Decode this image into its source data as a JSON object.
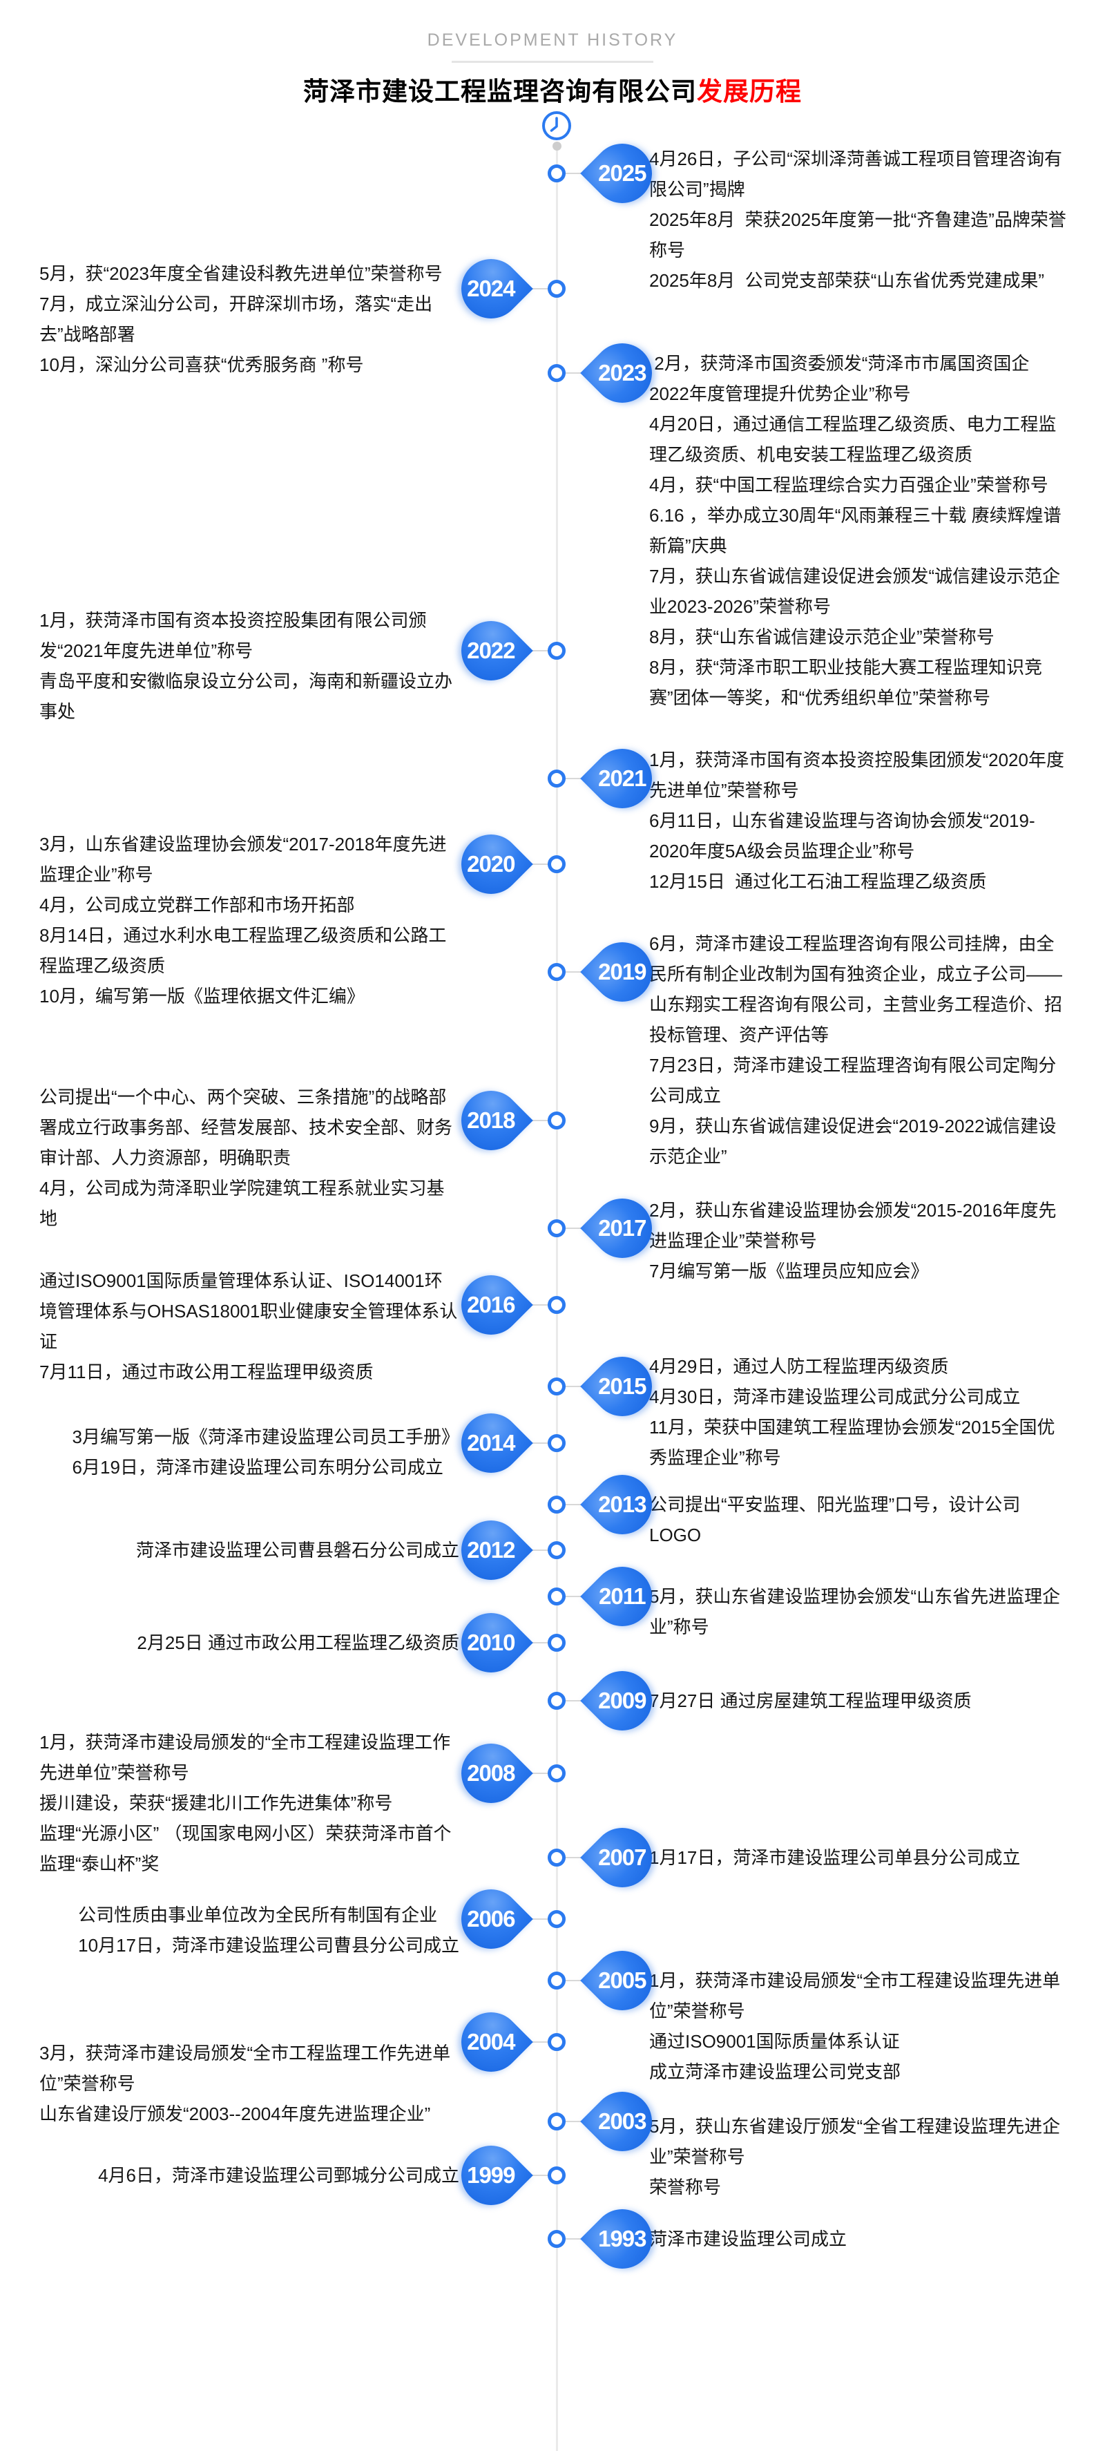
{
  "header": {
    "eyebrow": "DEVELOPMENT HISTORY",
    "title": "菏泽市建设工程监理咨询有限公司",
    "title_highlight": "发展历程"
  },
  "colors": {
    "accent_blue": "#2b7af0",
    "bubble_gradient_start": "#68a3f7",
    "bubble_gradient_end": "#1563e0",
    "highlight_red": "#fe0000",
    "line_gray": "#eaeaea"
  },
  "icons": {
    "top_of_timeline": "clock-icon"
  },
  "timeline": [
    {
      "year": "2025",
      "side": "right",
      "entries": [
        "4月26日，子公司“深圳泽菏善诚工程项目管理咨询有限公司”揭牌",
        "2025年8月  荣获2025年度第一批“齐鲁建造”品牌荣誉称号",
        "2025年8月  公司党支部荣获“山东省优秀党建成果”"
      ]
    },
    {
      "year": "2024",
      "side": "left",
      "entries": [
        "5月，获“2023年度全省建设科教先进单位”荣誉称号",
        "7月，成立深汕分公司，开辟深圳市场，落实“走出去”战略部署",
        "10月，深汕分公司喜获“优秀服务商 ”称号"
      ]
    },
    {
      "year": "2023",
      "side": "right",
      "entries": [
        " 2月，获菏泽市国资委颁发“菏泽市市属国资国企2022年度管理提升优势企业”称号",
        "4月20日，通过通信工程监理乙级资质、电力工程监理乙级资质、机电安装工程监理乙级资质",
        "4月，获“中国工程监理综合实力百强企业”荣誉称号",
        "6.16 ，举办成立30周年“风雨兼程三十载 赓续辉煌谱新篇”庆典",
        "7月，获山东省诚信建设促进会颁发“诚信建设示范企业2023-2026”荣誉称号",
        "8月，获“山东省诚信建设示范企业”荣誉称号",
        "8月，获“菏泽市职工职业技能大赛工程监理知识竞赛”团体一等奖，和“优秀组织单位”荣誉称号"
      ]
    },
    {
      "year": "2022",
      "side": "left",
      "entries": [
        "1月，获菏泽市国有资本投资控股集团有限公司颁发“2021年度先进单位”称号",
        "青岛平度和安徽临泉设立分公司，海南和新疆设立办事处"
      ]
    },
    {
      "year": "2021",
      "side": "right",
      "entries": [
        "1月，获菏泽市国有资本投资控股集团颁发“2020年度先进单位”荣誉称号",
        "6月11日，山东省建设监理与咨询协会颁发“2019-2020年度5A级会员监理企业”称号",
        "12月15日  通过化工石油工程监理乙级资质"
      ]
    },
    {
      "year": "2020",
      "side": "left",
      "entries": [
        "3月，山东省建设监理协会颁发“2017-2018年度先进监理企业”称号",
        "4月，公司成立党群工作部和市场开拓部",
        "8月14日，通过水利水电工程监理乙级资质和公路工程监理乙级资质",
        "10月，编写第一版《监理依据文件汇编》"
      ]
    },
    {
      "year": "2019",
      "side": "right",
      "entries": [
        "6月，菏泽市建设工程监理咨询有限公司挂牌，由全民所有制企业改制为国有独资企业，成立子公司——山东翔实工程咨询有限公司，主营业务工程造价、招投标管理、资产评估等",
        "7月23日，菏泽市建设工程监理咨询有限公司定陶分公司成立",
        "9月，获山东省诚信建设促进会“2019-2022诚信建设示范企业”"
      ]
    },
    {
      "year": "2018",
      "side": "left",
      "entries": [
        "公司提出“一个中心、两个突破、三条措施”的战略部署成立行政事务部、经营发展部、技术安全部、财务审计部、人力资源部，明确职责",
        "4月，公司成为菏泽职业学院建筑工程系就业实习基地"
      ]
    },
    {
      "year": "2017",
      "side": "right",
      "entries": [
        "2月，获山东省建设监理协会颁发“2015-2016年度先进监理企业”荣誉称号",
        "7月编写第一版《监理员应知应会》"
      ]
    },
    {
      "year": "2016",
      "side": "left",
      "entries": [
        "通过ISO9001国际质量管理体系认证、ISO14001环境管理体系与OHSAS18001职业健康安全管理体系认证",
        "7月11日，通过市政公用工程监理甲级资质"
      ]
    },
    {
      "year": "2015",
      "side": "right",
      "entries": [
        "4月29日，通过人防工程监理丙级资质",
        "4月30日，菏泽市建设监理公司成武分公司成立",
        "11月，荣获中国建筑工程监理协会颁发“2015全国优秀监理企业”称号"
      ]
    },
    {
      "year": "2014",
      "side": "left",
      "entries": [
        "3月编写第一版《菏泽市建设监理公司员工手册》",
        "6月19日，菏泽市建设监理公司东明分公司成立"
      ]
    },
    {
      "year": "2013",
      "side": "right",
      "entries": [
        "公司提出“平安监理、阳光监理”口号，设计公司LOGO"
      ]
    },
    {
      "year": "2012",
      "side": "left",
      "entries": [
        "菏泽市建设监理公司曹县磐石分公司成立"
      ]
    },
    {
      "year": "2011",
      "side": "right",
      "entries": [
        "5月，获山东省建设监理协会颁发“山东省先进监理企业”称号"
      ]
    },
    {
      "year": "2010",
      "side": "left",
      "entries": [
        "2月25日 通过市政公用工程监理乙级资质"
      ]
    },
    {
      "year": "2009",
      "side": "right",
      "entries": [
        "7月27日 通过房屋建筑工程监理甲级资质"
      ]
    },
    {
      "year": "2008",
      "side": "left",
      "entries": [
        "1月，获菏泽市建设局颁发的“全市工程建设监理工作先进单位”荣誉称号",
        "援川建设，荣获“援建北川工作先进集体”称号",
        "监理“光源小区” （现国家电网小区）荣获菏泽市首个监理“泰山杯”奖"
      ]
    },
    {
      "year": "2007",
      "side": "right",
      "entries": [
        "1月17日，菏泽市建设监理公司单县分公司成立"
      ]
    },
    {
      "year": "2006",
      "side": "left",
      "entries": [
        "公司性质由事业单位改为全民所有制国有企业",
        "10月17日，菏泽市建设监理公司曹县分公司成立"
      ]
    },
    {
      "year": "2005",
      "side": "right",
      "entries": [
        "1月，获菏泽市建设局颁发“全市工程建设监理先进单位”荣誉称号",
        "通过ISO9001国际质量体系认证",
        "成立菏泽市建设监理公司党支部"
      ]
    },
    {
      "year": "2004",
      "side": "left",
      "entries": [
        "3月，获菏泽市建设局颁发“全市工程监理工作先进单位”荣誉称号",
        "山东省建设厅颁发“2003--2004年度先进监理企业”"
      ]
    },
    {
      "year": "2003",
      "side": "right",
      "entries": [
        "5月，获山东省建设厅颁发“全省工程建设监理先进企业”荣誉称号",
        "荣誉称号"
      ]
    },
    {
      "year": "1999",
      "side": "left",
      "entries": [
        "4月6日，菏泽市建设监理公司鄄城分公司成立"
      ]
    },
    {
      "year": "1993",
      "side": "right",
      "entries": [
        "菏泽市建设监理公司成立"
      ]
    }
  ]
}
